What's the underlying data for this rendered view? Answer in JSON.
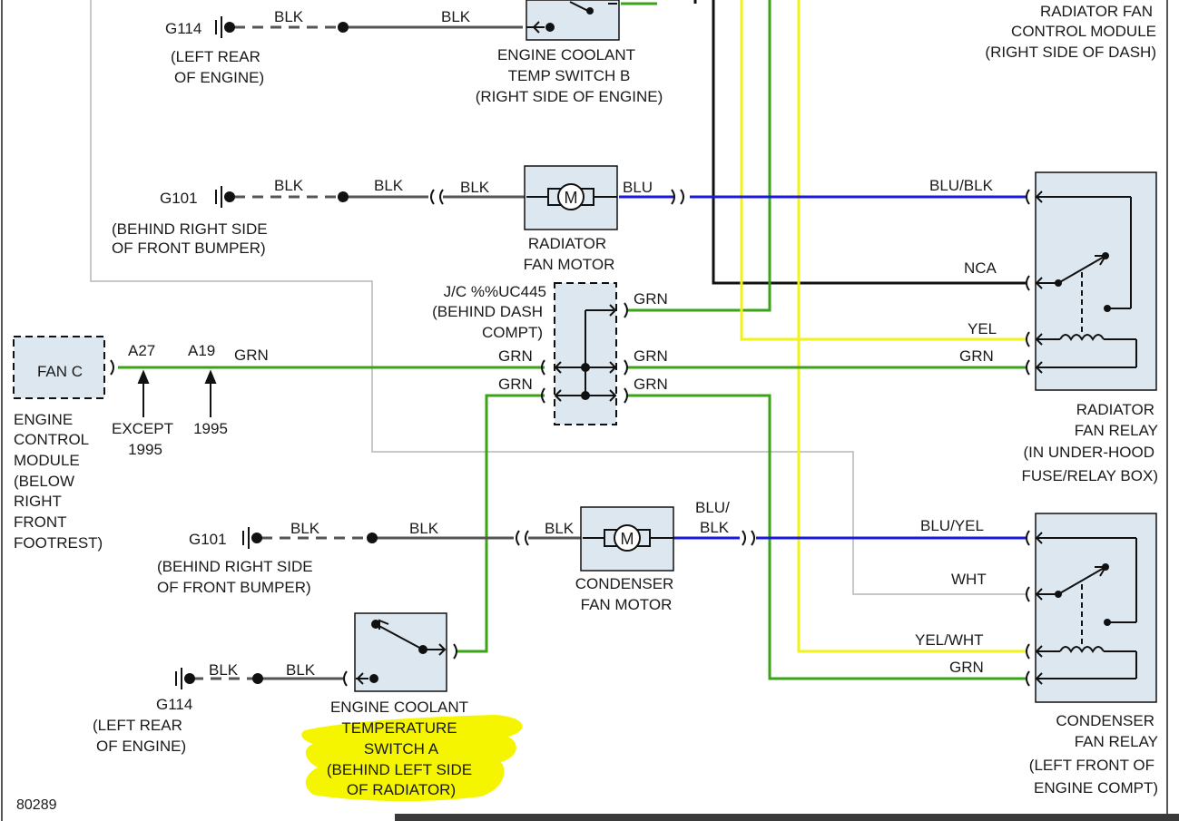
{
  "colors": {
    "black": "#111111",
    "gray_wire": "#555555",
    "light_gray_wire": "#c8c8c8",
    "green_wire": "#3aa318",
    "blue_wire": "#1a1ad8",
    "yellow_wire": "#f2f21a",
    "component_fill": "#dde7ef",
    "highlight": "#f5f500"
  },
  "text": {
    "g114_top": "G114",
    "blk_t1": "BLK",
    "blk_t2": "BLK",
    "g114_top_loc1": "(LEFT REAR",
    "g114_top_loc2": "OF ENGINE)",
    "ects_b_1": "ENGINE COOLANT",
    "ects_b_2": "TEMP SWITCH B",
    "ects_b_3": "(RIGHT SIDE OF ENGINE)",
    "rfcm_1": "RADIATOR FAN",
    "rfcm_2": "CONTROL MODULE",
    "rfcm_3": "(RIGHT SIDE OF DASH)",
    "g101_a": "G101",
    "blk_r1": "BLK",
    "blk_r2": "BLK",
    "blk_r3": "BLK",
    "g101_a_loc1": "(BEHIND RIGHT SIDE",
    "g101_a_loc2": "OF FRONT BUMPER)",
    "motor_letter": "M",
    "blu": "BLU",
    "rad_motor_1": "RADIATOR",
    "rad_motor_2": "FAN MOTOR",
    "blu_blk": "BLU/BLK",
    "nca": "NCA",
    "jc_1": "J/C %%UC445",
    "jc_2": "(BEHIND DASH",
    "jc_3": "COMPT)",
    "grn_a": "GRN",
    "grn_b": "GRN",
    "grn_c": "GRN",
    "grn_d": "GRN",
    "grn_e": "GRN",
    "grn_main": "GRN",
    "yel": "YEL",
    "grn_relay": "GRN",
    "fanc": "FAN C",
    "a27": "A27",
    "a19": "A19",
    "except1": "EXCEPT",
    "except2": "1995",
    "y1995": "1995",
    "ecm_1": "ENGINE",
    "ecm_2": "CONTROL",
    "ecm_3": "MODULE",
    "ecm_4": "(BELOW",
    "ecm_5": "RIGHT",
    "ecm_6": "FRONT",
    "ecm_7": "FOOTREST)",
    "rad_relay_1": "RADIATOR",
    "rad_relay_2": "FAN RELAY",
    "rad_relay_3": "(IN UNDER-HOOD",
    "rad_relay_4": "FUSE/RELAY BOX)",
    "g101_b": "G101",
    "blk_c1": "BLK",
    "blk_c2": "BLK",
    "blk_c3": "BLK",
    "g101_b_loc1": "(BEHIND RIGHT SIDE",
    "g101_b_loc2": "OF FRONT BUMPER)",
    "blu_blk2_1": "BLU/",
    "blu_blk2_2": "BLK",
    "blu_yel": "BLU/YEL",
    "cond_motor_1": "CONDENSER",
    "cond_motor_2": "FAN MOTOR",
    "wht": "WHT",
    "yel_wht": "YEL/WHT",
    "grn_cond": "GRN",
    "blk_b1": "BLK",
    "blk_b2": "BLK",
    "g114_bot": "G114",
    "g114_bot_loc1": "(LEFT REAR",
    "g114_bot_loc2": "OF ENGINE)",
    "ects_a_1": "ENGINE COOLANT",
    "ects_a_2": "TEMPERATURE",
    "ects_a_3": "SWITCH A",
    "ects_a_4": "(BEHIND LEFT SIDE",
    "ects_a_5": "OF RADIATOR)",
    "cond_relay_1": "CONDENSER",
    "cond_relay_2": "FAN RELAY",
    "cond_relay_3": "(LEFT FRONT OF",
    "cond_relay_4": "ENGINE COMPT)",
    "fig_num": "80289"
  }
}
